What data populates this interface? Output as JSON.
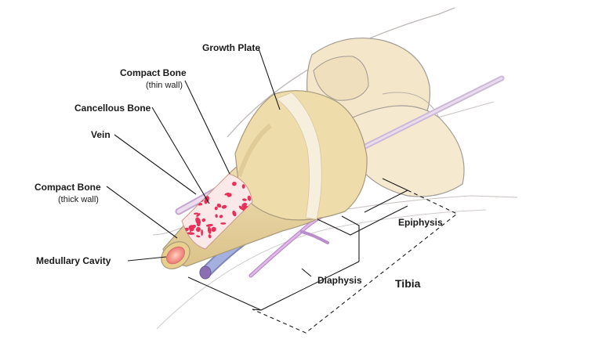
{
  "labels": {
    "growth_plate": "Growth Plate",
    "compact_bone_thin": "Compact Bone",
    "compact_bone_thin_note": "(thin wall)",
    "cancellous_bone": "Cancellous Bone",
    "vein": "Vein",
    "compact_bone_thick": "Compact Bone",
    "compact_bone_thick_note": "(thick wall)",
    "medullary_cavity": "Medullary Cavity",
    "epiphysis": "Epiphysis",
    "diaphysis": "Diaphysis",
    "tibia": "Tibia"
  },
  "colors": {
    "bone": "#efdcae",
    "bone_shadow": "#dcc38a",
    "growth_plate": "#f5ecd8",
    "cancellous": "#e8315a",
    "vein_blue": "#8e9fd2",
    "vein_pink": "#d7a6d8",
    "outline": "#8f8a8a"
  }
}
